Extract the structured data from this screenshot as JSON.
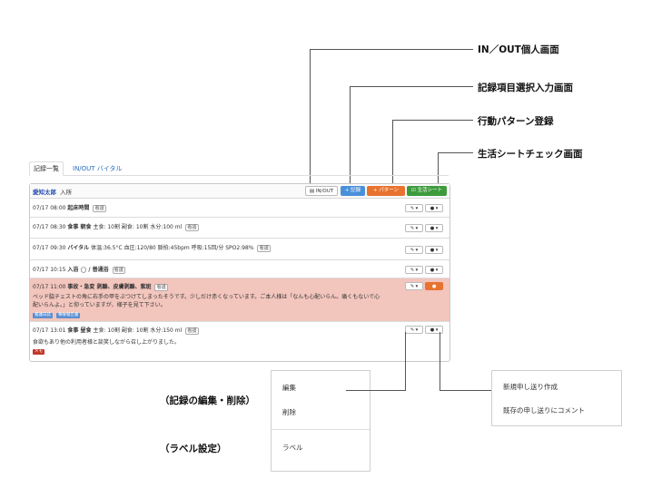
{
  "callouts": {
    "in_out": "IN／OUT個人画面",
    "record_select": "記録項目選択入力画面",
    "behavior_pattern": "行動パターン登録",
    "life_sheet": "生活シートチェック画面"
  },
  "tabs": [
    {
      "label": "記録一覧",
      "active": true
    },
    {
      "label": "IN/OUT バイタル",
      "active": false
    }
  ],
  "panel_header": {
    "resident": "愛知太郎",
    "status": "入所",
    "btn_inout": "IN/OUT",
    "btn_record": "+ 記録",
    "btn_pattern": "+ パターン",
    "btn_life": "生活シート"
  },
  "records": [
    {
      "time": "07/17 08:00",
      "title": "起床時間",
      "detail": "",
      "tag": "看護"
    },
    {
      "time": "07/17 08:30",
      "title": "食事 朝食",
      "detail": "主食: 10割 副食: 10割 水分:100 ml",
      "tag": "看護"
    },
    {
      "time": "07/17 09:30",
      "title": "バイタル",
      "detail": "体温:36.5°C 血圧:120/80 脈拍:45bpm 呼吸:15回/分 SPO2:98%",
      "tag": "看護"
    },
    {
      "time": "07/17 10:15",
      "title": "入浴 ◯ / 普通浴",
      "detail": "",
      "tag": "看護"
    },
    {
      "time": "07/17 11:00",
      "title": "事故・急変 剥離、皮膚剥離、紫斑",
      "detail": "",
      "tag": "看護",
      "note1": "ベッド脇チェストの角に右手の甲をぶつけてしまったそうです。少しだけ赤くなっています。ご本人様は「なんも心配いらん。痛くもないで心",
      "note2": "配いらんよ。」と仰っていますが、様子を見て下さい。",
      "badges": [
        "看護日誌",
        "事故報告書"
      ]
    },
    {
      "time": "07/17 13:01",
      "title": "食事 昼食",
      "detail": "主食: 10割 副食: 10割 水分:150 ml",
      "tag": "看護",
      "note1": "食欲もあり他の利用者様と談笑しながら召し上がりました。",
      "badges": [
        "メモ"
      ]
    }
  ],
  "edit_btn": "✎ ▾",
  "comment_btn": "● ▾",
  "labels": {
    "edit_delete": "（記録の編集・削除）",
    "label_setting": "（ラベル設定）"
  },
  "menu_edit": {
    "edit": "編集",
    "delete": "削除",
    "label": "ラベル"
  },
  "menu_comment": {
    "new": "新規申し送り作成",
    "comment": "既存の申し送りにコメント"
  },
  "colors": {
    "blue": "#4a90d9",
    "orange": "#e8732e",
    "green": "#3d9b3d",
    "accident_row": "#f2c5bd",
    "badge_blue": "#5b8fd1",
    "badge_red": "#c0392b"
  }
}
